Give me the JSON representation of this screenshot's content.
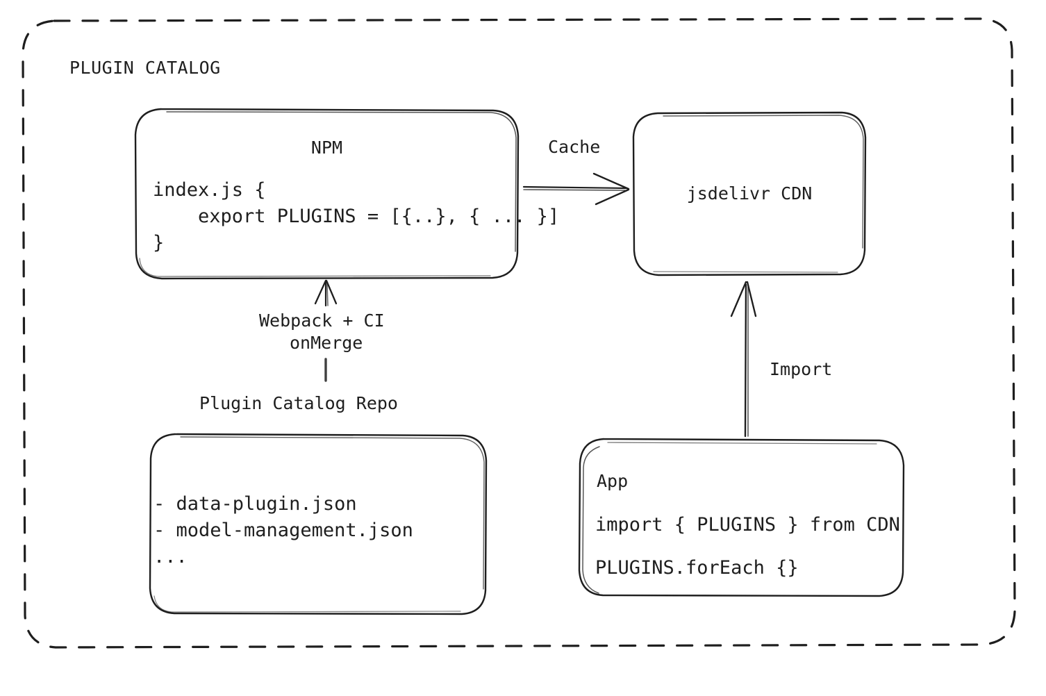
{
  "diagram": {
    "title": "PLUGIN CATALOG",
    "background": "#ffffff",
    "stroke_color": "#1e1e1e",
    "style": "hand-drawn sketch (excalidraw-like)",
    "nodes": {
      "npm": {
        "id": "npm",
        "title": "NPM",
        "code_lines": [
          "index.js {",
          "    export PLUGINS = [{..}, { ... }]",
          "}"
        ]
      },
      "cdn": {
        "id": "cdn",
        "label": "jsdelivr CDN"
      },
      "repo": {
        "id": "repo",
        "caption": "Plugin Catalog Repo",
        "file_lines": [
          "- data-plugin.json",
          "- model-management.json",
          "..."
        ]
      },
      "app": {
        "id": "app",
        "title": "App",
        "code_lines": [
          "import { PLUGINS } from CDN",
          "PLUGINS.forEach {}"
        ]
      }
    },
    "edges": [
      {
        "id": "npm-to-cdn",
        "label": "Cache",
        "from": "npm",
        "to": "cdn",
        "direction": "right"
      },
      {
        "id": "repo-to-npm",
        "label_lines": [
          "Webpack + CI",
          "onMerge"
        ],
        "from": "repo",
        "to": "npm",
        "direction": "up"
      },
      {
        "id": "app-to-cdn",
        "label": "Import",
        "from": "app",
        "to": "cdn",
        "direction": "up"
      }
    ]
  }
}
